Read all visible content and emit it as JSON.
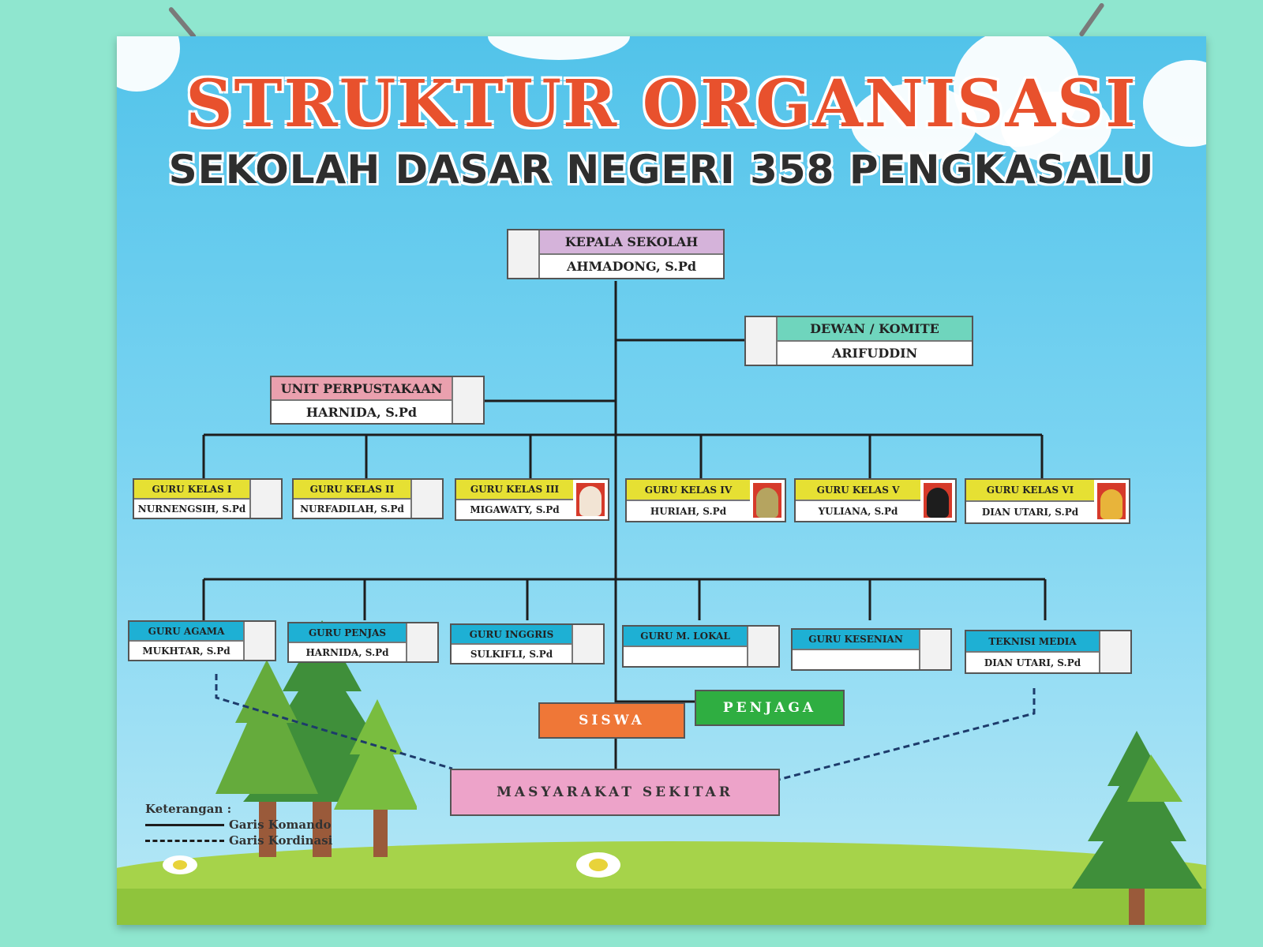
{
  "title": "STRUKTUR ORGANISASI",
  "subtitle": "SEKOLAH DASAR NEGERI 358 PENGKASALU",
  "kepala": {
    "role": "KEPALA SEKOLAH",
    "name": "AHMADONG, S.Pd"
  },
  "komite": {
    "role": "DEWAN / KOMITE",
    "name": "ARIFUDDIN"
  },
  "perpustakaan": {
    "role": "UNIT PERPUSTAKAAN",
    "name": "HARNIDA, S.Pd"
  },
  "guru_kelas": [
    {
      "role": "GURU KELAS I",
      "name": "NURNENGSIH, S.Pd"
    },
    {
      "role": "GURU KELAS II",
      "name": "NURFADILAH, S.Pd"
    },
    {
      "role": "GURU KELAS III",
      "name": "MIGAWATY, S.Pd"
    },
    {
      "role": "GURU KELAS IV",
      "name": "HURIAH, S.Pd"
    },
    {
      "role": "GURU KELAS V",
      "name": "YULIANA, S.Pd"
    },
    {
      "role": "GURU KELAS VI",
      "name": "DIAN UTARI, S.Pd"
    }
  ],
  "guru_mapel": [
    {
      "role": "GURU AGAMA",
      "name": "MUKHTAR, S.Pd"
    },
    {
      "role": "GURU PENJAS",
      "name": "HARNIDA, S.Pd"
    },
    {
      "role": "GURU INGGRIS",
      "name": "SULKIFLI, S.Pd"
    },
    {
      "role": "GURU M. LOKAL",
      "name": ""
    },
    {
      "role": "GURU KESENIAN",
      "name": ""
    },
    {
      "role": "TEKNISI MEDIA",
      "name": "DIAN UTARI, S.Pd"
    }
  ],
  "penjaga": "PENJAGA",
  "siswa": "SISWA",
  "masyarakat": "MASYARAKAT SEKITAR",
  "legend": {
    "title": "Keterangan :",
    "solid": "Garis Komando",
    "dashed": "Garis Kordinasi"
  },
  "colors": {
    "title": "#e8512d",
    "kepala_head": "#d5b3da",
    "komite_head": "#6fd5bd",
    "perpustakaan_head": "#eaa0ae",
    "kelas_head": "#e6e033",
    "mapel_head": "#1eb0d4",
    "penjaga": "#2fae41",
    "siswa": "#ef7737",
    "masyarakat": "#eda3c9",
    "photo_bg": "#d63a2a"
  }
}
